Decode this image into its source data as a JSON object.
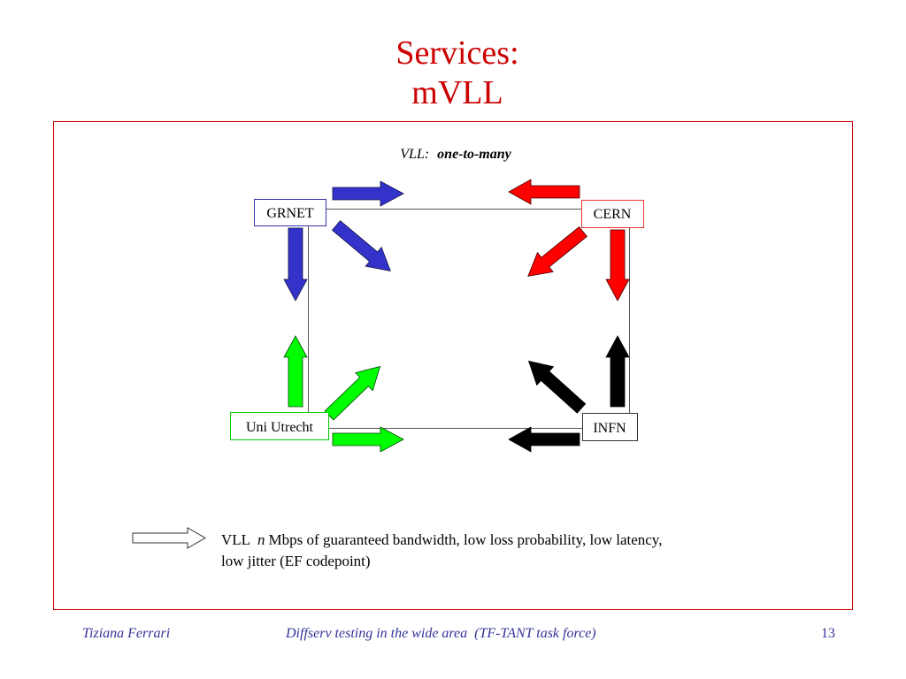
{
  "slide": {
    "title_line1": "Services:",
    "title_line2": "mVLL"
  },
  "colors": {
    "title": "#cc0000",
    "frame": "#cc0000",
    "footer": "#333399",
    "link_line": "#555555"
  },
  "diagram": {
    "heading_prefix": "VLL:",
    "heading_emphasis": "one-to-many",
    "nodes": {
      "grnet": {
        "label": "GRNET",
        "border_color": "#3333aa",
        "arrow_color": "#3333cc"
      },
      "cern": {
        "label": "CERN",
        "border_color": "#ee3333",
        "arrow_color": "#ff0000"
      },
      "utrecht": {
        "label": "Uni Utrecht",
        "border_color": "#00cc00",
        "arrow_color": "#00ff00"
      },
      "infn": {
        "label": "INFN",
        "border_color": "#333333",
        "arrow_color": "#000000"
      }
    }
  },
  "legend": {
    "label": "VLL",
    "variable": "n",
    "line1_rest": "Mbps of guaranteed bandwidth, low loss probability, low latency,",
    "line2": "low jitter (EF codepoint)",
    "arrow_color": "#ffffff"
  },
  "footer": {
    "author": "Tiziana Ferrari",
    "talk": "Diffserv testing in the wide area  (TF-TANT task force)",
    "page": "13"
  }
}
